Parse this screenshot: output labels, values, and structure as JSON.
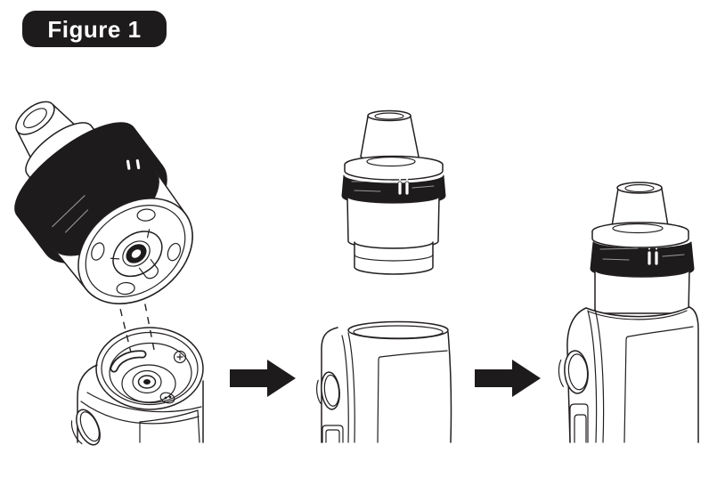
{
  "figure": {
    "label": "Figure 1"
  },
  "diagram": {
    "type": "assembly-instructions",
    "steps": [
      {
        "name": "tank-detached-showing-base-connector"
      },
      {
        "name": "tank-aligned-above-mod"
      },
      {
        "name": "tank-attached-to-mod"
      }
    ],
    "arrows": [
      {
        "icon": "arrow-right-icon"
      },
      {
        "icon": "arrow-right-icon"
      }
    ]
  },
  "colors": {
    "background": "#ffffff",
    "ink": "#231f20",
    "badge_background": "#1d1b1c",
    "badge_text": "#ffffff"
  }
}
